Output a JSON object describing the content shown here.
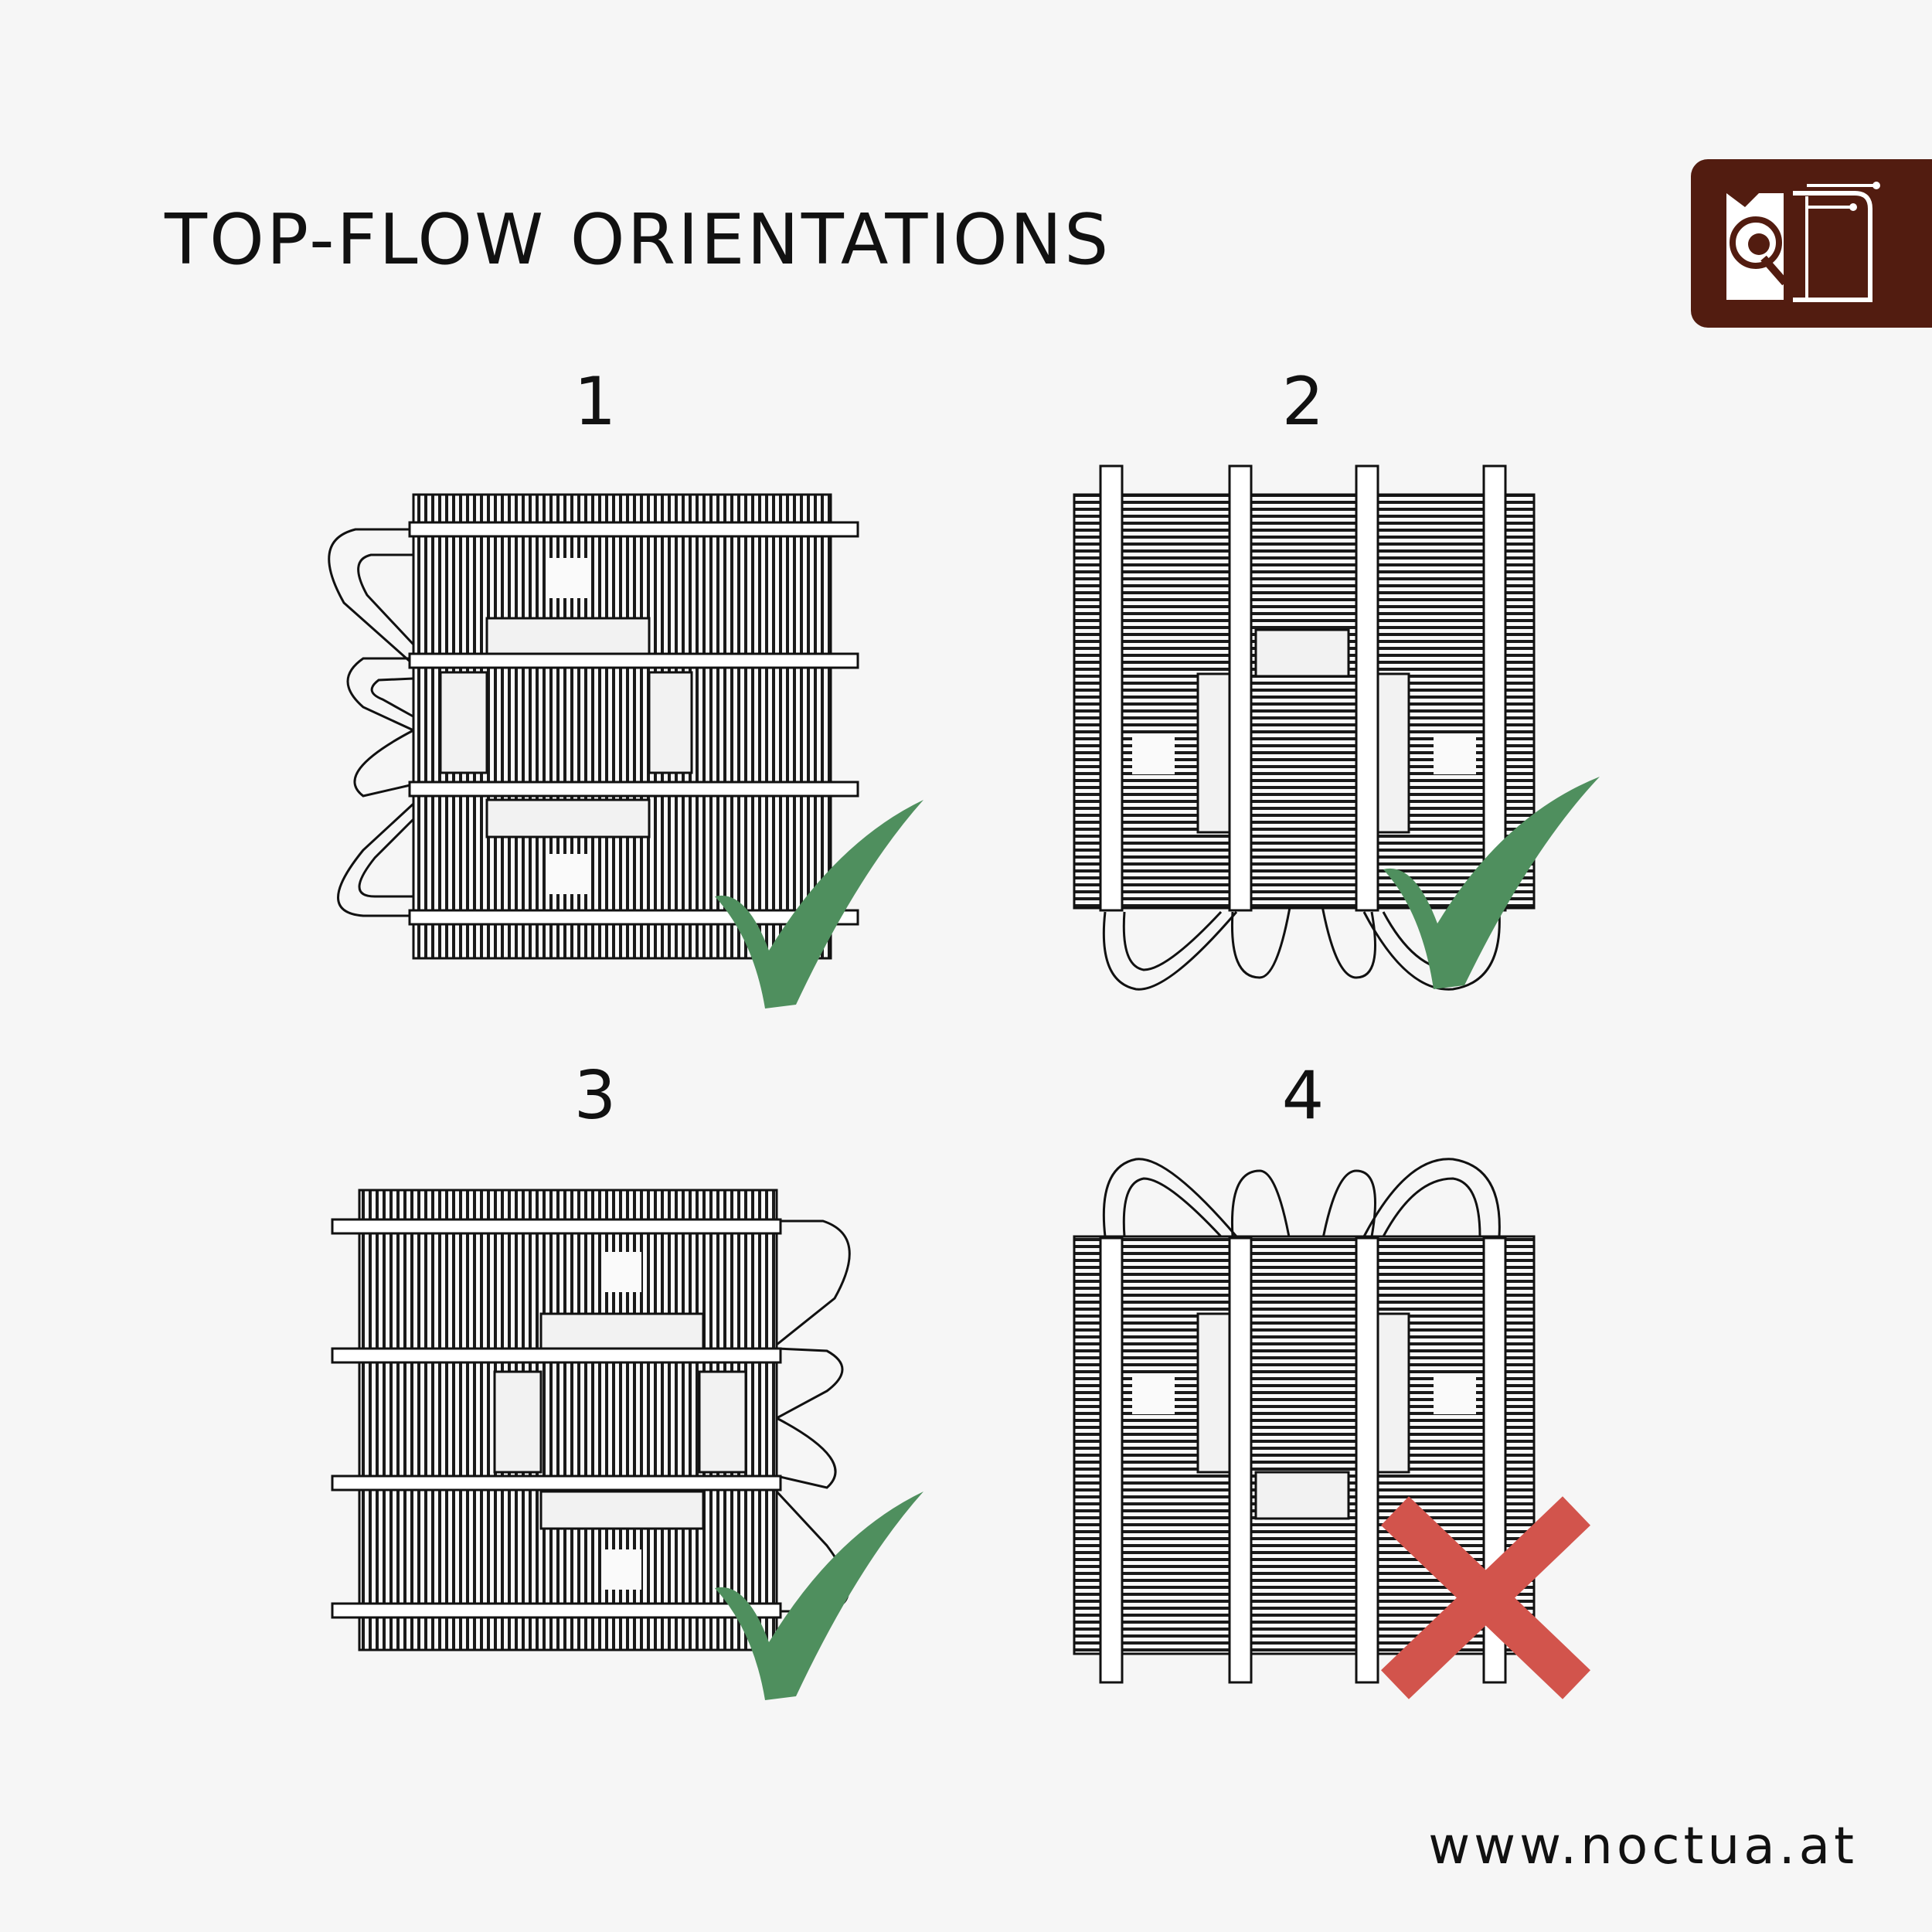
{
  "title": "TOP-FLOW ORIENTATIONS",
  "url": "www.noctua.at",
  "logo": {
    "icon": "noctua-owl-icon",
    "background": "#521c10"
  },
  "colors": {
    "check": "#4f8f5e",
    "cross": "#d2544c",
    "line": "#111111"
  },
  "orientations": [
    {
      "label": "1",
      "status": "ok",
      "icon": "checkmark-icon"
    },
    {
      "label": "2",
      "status": "ok",
      "icon": "checkmark-icon"
    },
    {
      "label": "3",
      "status": "ok",
      "icon": "checkmark-icon"
    },
    {
      "label": "4",
      "status": "not-ok",
      "icon": "cross-icon"
    }
  ]
}
